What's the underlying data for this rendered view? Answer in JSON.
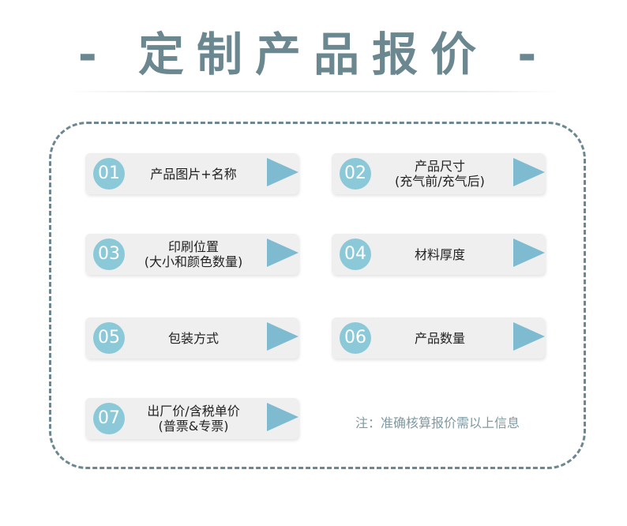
{
  "title": "- 定制产品报价 -",
  "items": [
    {
      "num": "01",
      "label": "产品图片+名称"
    },
    {
      "num": "02",
      "label": "产品尺寸\n(充气前/充气后)"
    },
    {
      "num": "03",
      "label": "印刷位置\n(大小和颜色数量)"
    },
    {
      "num": "04",
      "label": "材料厚度"
    },
    {
      "num": "05",
      "label": "包装方式"
    },
    {
      "num": "06",
      "label": "产品数量"
    },
    {
      "num": "07",
      "label": "出厂价/含税单价\n(普票&专票)"
    }
  ],
  "note": "注：准确核算报价需以上信息",
  "colors": {
    "accent": "#8cc9d8",
    "frame": "#6d8791",
    "title": "#6b8790",
    "arrow": "#7fbbd0"
  },
  "icons": {
    "arrow": "triangle-arrow-icon"
  }
}
